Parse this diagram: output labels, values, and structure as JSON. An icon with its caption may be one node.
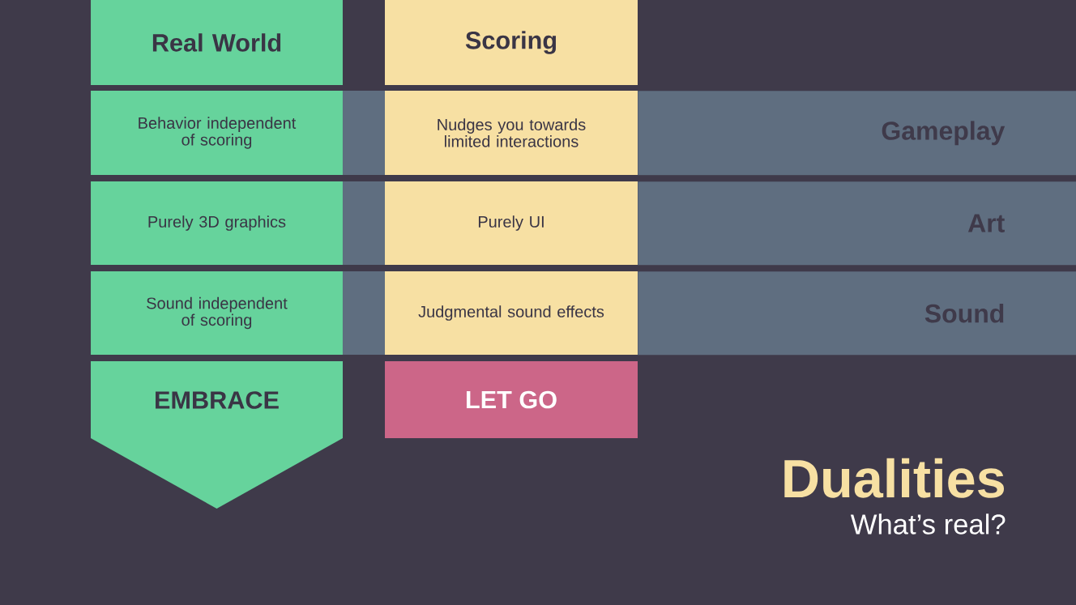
{
  "diagram": {
    "title": "Dualities",
    "nodes": [
      {
        "text": [
          "Real World"
        ]
      },
      {
        "text": [
          "Scoring"
        ]
      },
      {
        "text": [
          "Behavior independent of scoring"
        ]
      },
      {
        "text": [
          "Nudges you towards limited interactions"
        ]
      },
      {
        "text": [
          "Gameplay"
        ]
      },
      {
        "text": [
          "Purely 3D graphics"
        ]
      },
      {
        "text": [
          "Purely UI"
        ]
      },
      {
        "text": [
          "Art"
        ]
      },
      {
        "text": [
          "Sound independent of scoring"
        ]
      },
      {
        "text": [
          "Judgmental sound effects"
        ]
      },
      {
        "text": [
          "Sound"
        ]
      },
      {
        "text": [
          "EMBRACE"
        ]
      },
      {
        "text": [
          "LET GO"
        ]
      }
    ],
    "labels": [
      "What’s real?"
    ]
  }
}
